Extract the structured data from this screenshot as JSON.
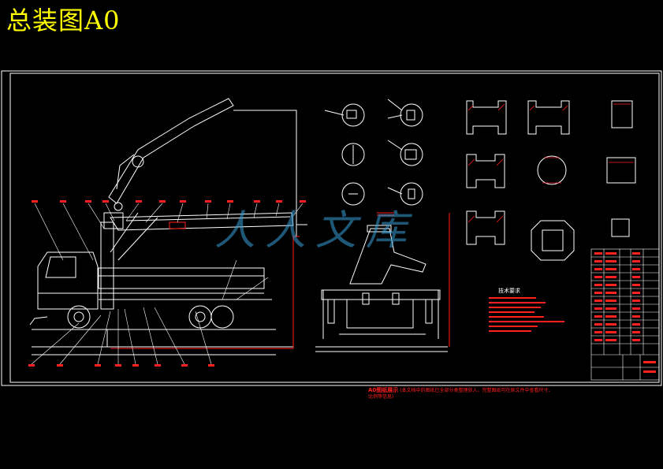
{
  "title": "总装图A0",
  "technical_requirements_title": "技术要求",
  "watermark_text": "人人文库",
  "note": {
    "lead": "A0图纸展示",
    "body": "(本文档中的图纸已全部分类整理放入，完整图纸可在原文件中查看尺寸、比例等信息)"
  },
  "colors": {
    "background": "#000000",
    "line": "#ffffff",
    "title": "#ffff00",
    "annotation": "#ff2020",
    "watermark": "#3aa0d8"
  }
}
